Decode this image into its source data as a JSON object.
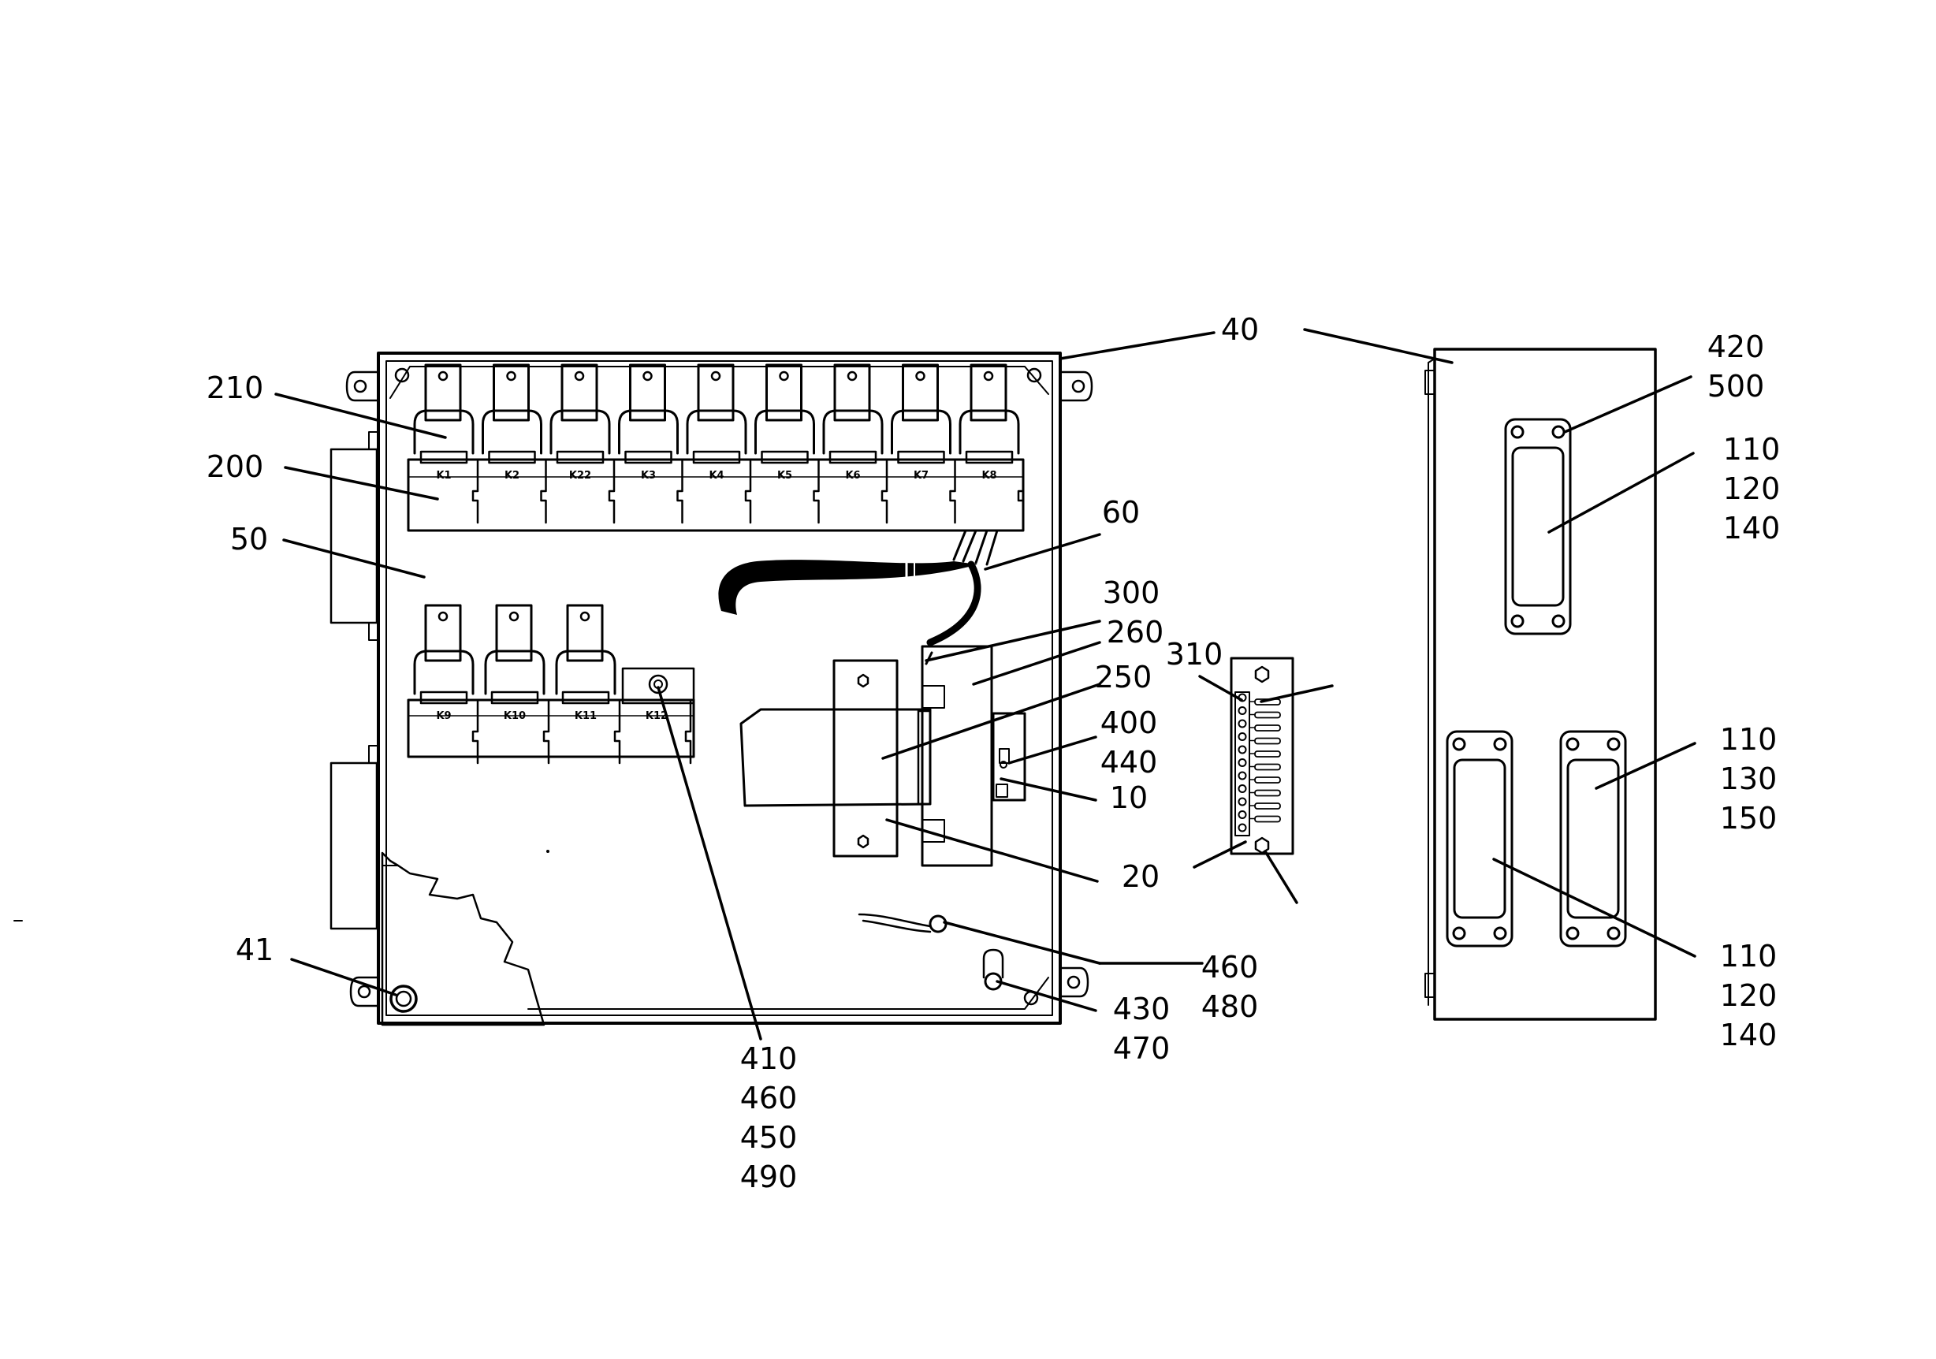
{
  "relays_top": [
    "K1",
    "K2",
    "K22",
    "K3",
    "K4",
    "K5",
    "K6",
    "K7",
    "K8"
  ],
  "relays_bottom": [
    "K9",
    "K10",
    "K11",
    "K12"
  ],
  "callouts": {
    "c40": "40",
    "c210": "210",
    "c200": "200",
    "c50": "50",
    "c60": "60",
    "c300": "300",
    "c260": "260",
    "c310": "310",
    "c250": "250",
    "c400_440": [
      "400",
      "440"
    ],
    "c10": "10",
    "c20": "20",
    "c41": "41",
    "c460_480": [
      "460",
      "480"
    ],
    "c430_470": [
      "430",
      "470"
    ],
    "c410_group": [
      "410",
      "460",
      "450",
      "490"
    ],
    "c420_500": [
      "420",
      "500"
    ],
    "c110_120_140_top": [
      "110",
      "120",
      "140"
    ],
    "c110_130_150": [
      "110",
      "130",
      "150"
    ],
    "c110_120_140_bottom": [
      "110",
      "120",
      "140"
    ]
  }
}
